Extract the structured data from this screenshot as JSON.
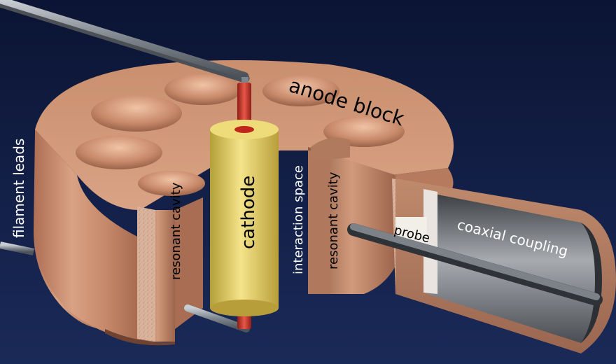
{
  "labels": {
    "anode_block": "anode block",
    "filament_leads": "filament leads",
    "resonant_cavity_left": "resonant cavity",
    "cathode": "cathode",
    "interaction_space": "interaction space",
    "resonant_cavity_right": "resonant cavity",
    "probe": "probe",
    "coaxial_coupling": "coaxial coupling"
  },
  "colors": {
    "background": "#0d1633",
    "copper": "#c98f6e",
    "copper_dark": "#8c5a43",
    "cathode": "#e6d266",
    "filament": "#d23a2e",
    "lead": "#8f969e"
  }
}
